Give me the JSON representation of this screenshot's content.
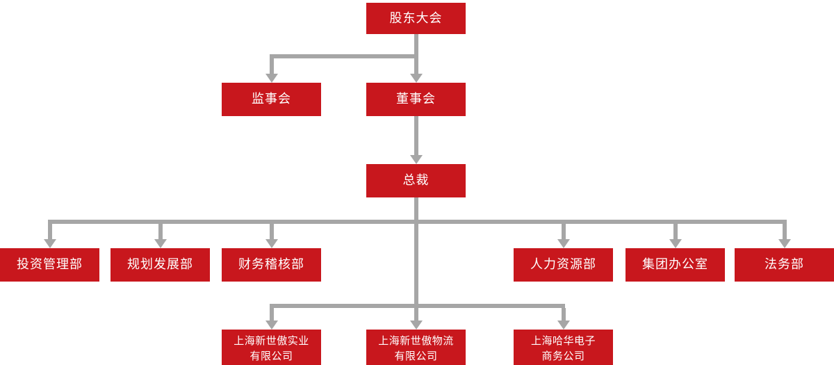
{
  "chart": {
    "type": "org-chart",
    "colors": {
      "box": "#C8171D",
      "connector": "#A6A6A6",
      "label": "#FFFFFF",
      "background": "#FFFFFF"
    },
    "nodes": [
      {
        "id": "shareholders-meeting",
        "label": "股东大会"
      },
      {
        "id": "supervisory-board",
        "label": "监事会"
      },
      {
        "id": "board-of-directors",
        "label": "董事会"
      },
      {
        "id": "president",
        "label": "总裁"
      },
      {
        "id": "investment-management-dept",
        "label": "投资管理部"
      },
      {
        "id": "planning-development-dept",
        "label": "规划发展部"
      },
      {
        "id": "finance-audit-dept",
        "label": "财务稽核部"
      },
      {
        "id": "human-resources-dept",
        "label": "人力资源部"
      },
      {
        "id": "group-office",
        "label": "集团办公室"
      },
      {
        "id": "legal-dept",
        "label": "法务部"
      },
      {
        "id": "shanghai-xinshiao-industrial",
        "label": "上海新世傲实业\n有限公司"
      },
      {
        "id": "shanghai-xinshiao-logistics",
        "label": "上海新世傲物流\n有限公司"
      },
      {
        "id": "shanghai-hahua-ecommerce",
        "label": "上海哈华电子\n商务公司"
      }
    ],
    "edges": [
      {
        "parent": "股东大会",
        "child": "监事会"
      },
      {
        "parent": "股东大会",
        "child": "董事会"
      },
      {
        "parent": "董事会",
        "child": "总裁"
      },
      {
        "parent": "总裁",
        "child": "投资管理部"
      },
      {
        "parent": "总裁",
        "child": "规划发展部"
      },
      {
        "parent": "总裁",
        "child": "财务稽核部"
      },
      {
        "parent": "总裁",
        "child": "人力资源部"
      },
      {
        "parent": "总裁",
        "child": "集团办公室"
      },
      {
        "parent": "总裁",
        "child": "法务部"
      },
      {
        "parent": "总裁",
        "child": "上海新世傲实业有限公司"
      },
      {
        "parent": "总裁",
        "child": "上海新世傲物流有限公司"
      },
      {
        "parent": "总裁",
        "child": "上海哈华电子商务公司"
      }
    ]
  }
}
